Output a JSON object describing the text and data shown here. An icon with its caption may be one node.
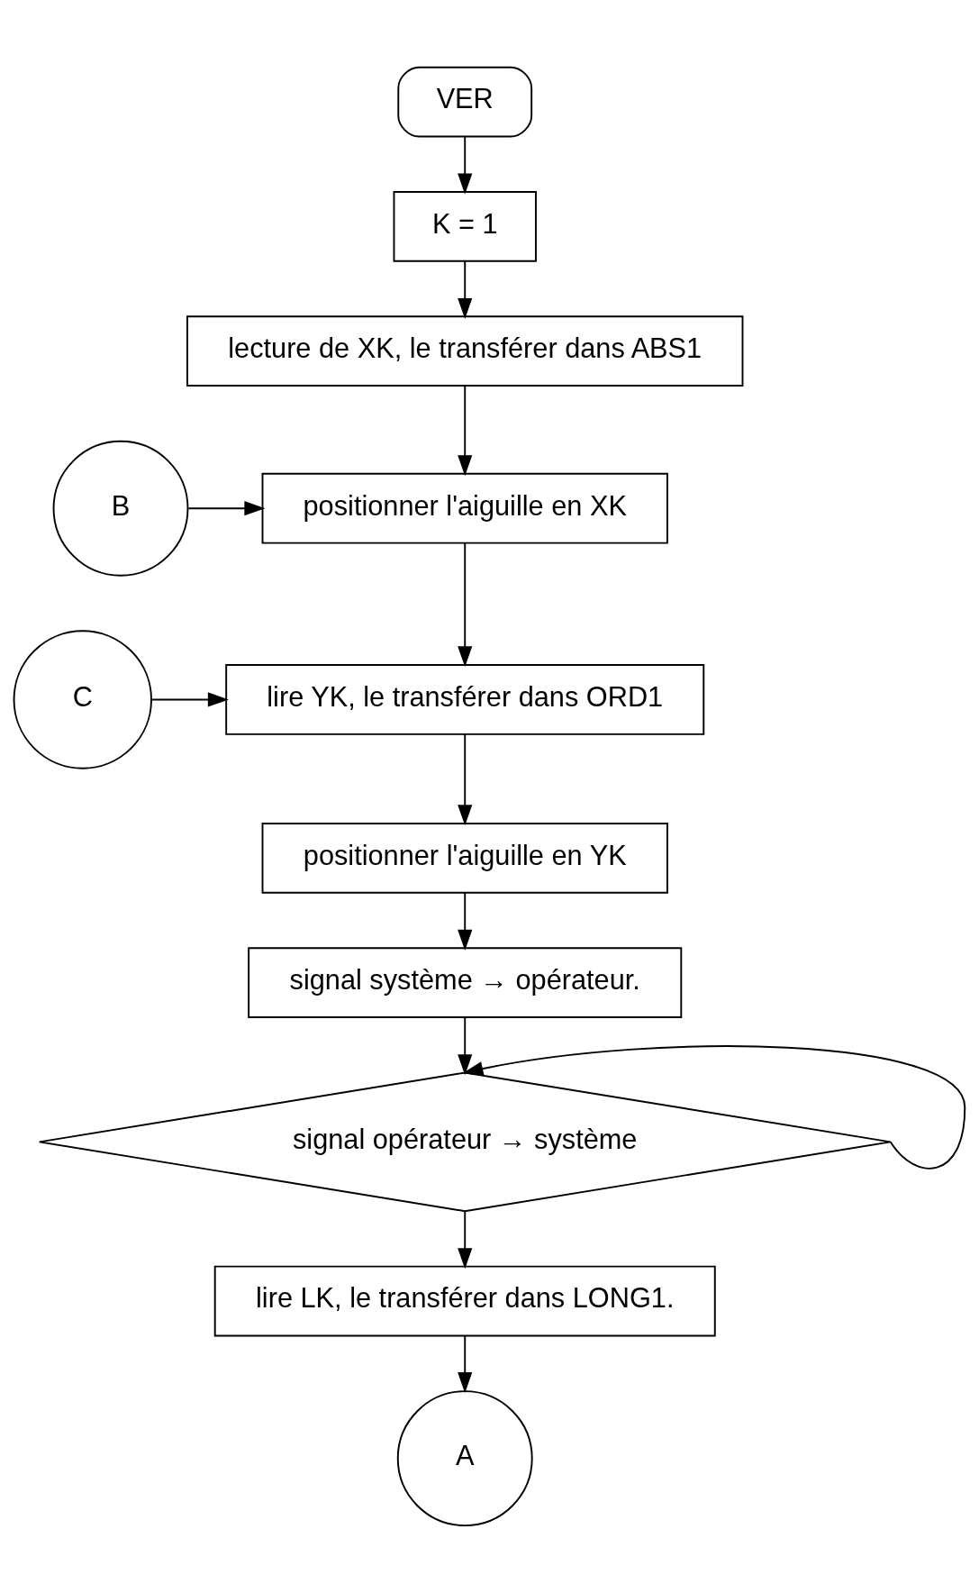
{
  "diagram": {
    "nodes": [
      {
        "text": [
          "VER"
        ]
      },
      {
        "text": [
          "K = 1"
        ]
      },
      {
        "text": [
          "lecture de XK, le transférer dans ABS1"
        ]
      },
      {
        "text": [
          "B"
        ]
      },
      {
        "text": [
          "positionner l'aiguille en XK"
        ]
      },
      {
        "text": [
          "C"
        ]
      },
      {
        "text": [
          "lire YK, le transférer dans ORD1"
        ]
      },
      {
        "text": [
          "positionner l'aiguille en YK"
        ]
      },
      {
        "text": [
          "signal système → opérateur."
        ]
      },
      {
        "text": [
          "signal opérateur → système"
        ]
      },
      {
        "text": [
          "lire LK, le transférer dans LONG1."
        ]
      },
      {
        "text": [
          "A"
        ]
      }
    ],
    "edges": [
      {
        "from": 0,
        "to": 1,
        "arrow": "to"
      },
      {
        "from": 1,
        "to": 2,
        "arrow": "to"
      },
      {
        "from": 2,
        "to": 4,
        "arrow": "to"
      },
      {
        "from": 3,
        "to": 4,
        "arrow": "to"
      },
      {
        "from": 4,
        "to": 6,
        "arrow": "to"
      },
      {
        "from": 5,
        "to": 6,
        "arrow": "to"
      },
      {
        "from": 6,
        "to": 7,
        "arrow": "to"
      },
      {
        "from": 7,
        "to": 8,
        "arrow": "to"
      },
      {
        "from": 8,
        "to": 9,
        "arrow": "to"
      },
      {
        "from": 9,
        "to": 9,
        "arrow": "to"
      },
      {
        "from": 9,
        "to": 10,
        "arrow": "to"
      },
      {
        "from": 10,
        "to": 11,
        "arrow": "to"
      }
    ]
  }
}
